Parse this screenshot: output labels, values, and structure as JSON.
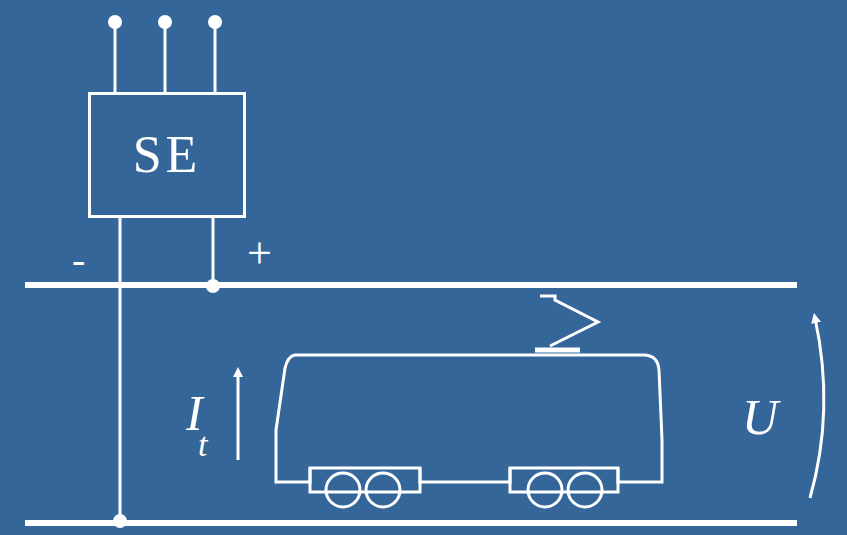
{
  "diagram": {
    "nodes": [
      {
        "text": [
          "SE"
        ]
      }
    ],
    "labels": [
      "-",
      "+",
      "I",
      "t",
      "U"
    ]
  }
}
